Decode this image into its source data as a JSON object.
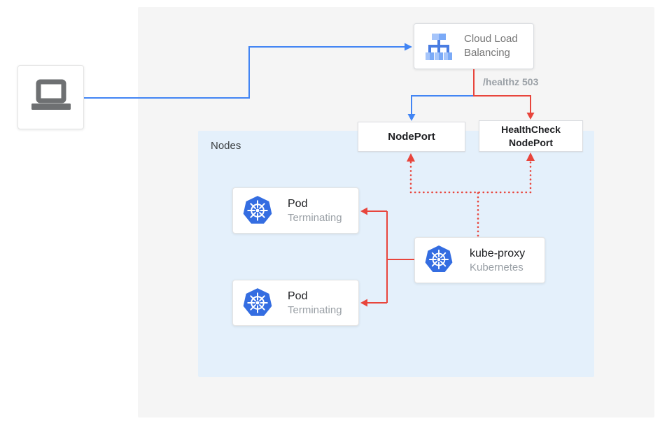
{
  "colors": {
    "blue": "#4285F4",
    "red": "#E8453C",
    "outer_panel_bg": "#F5F5F5",
    "nodes_panel_bg": "#E4F0FB",
    "card_border": "#DADCE0",
    "text_dark": "#202124",
    "text_secondary": "#757575",
    "text_muted": "#9AA0A6",
    "laptop_gray": "#6E7072",
    "k8s_blue": "#346DE1"
  },
  "client": {
    "icon": "laptop-icon"
  },
  "cloud_load_balancing": {
    "label": "Cloud Load Balancing",
    "icon": "cloud-load-balancing-icon"
  },
  "edges": {
    "healthz_label": "/healthz 503"
  },
  "node_port": {
    "label": "NodePort"
  },
  "health_check_node_port": {
    "label": "HealthCheck NodePort"
  },
  "nodes_panel": {
    "label": "Nodes"
  },
  "pods": [
    {
      "title": "Pod",
      "status": "Terminating",
      "icon": "kubernetes-helm-icon"
    },
    {
      "title": "Pod",
      "status": "Terminating",
      "icon": "kubernetes-helm-icon"
    }
  ],
  "kube_proxy": {
    "title": "kube-proxy",
    "subtitle": "Kubernetes",
    "icon": "kubernetes-helm-icon"
  }
}
